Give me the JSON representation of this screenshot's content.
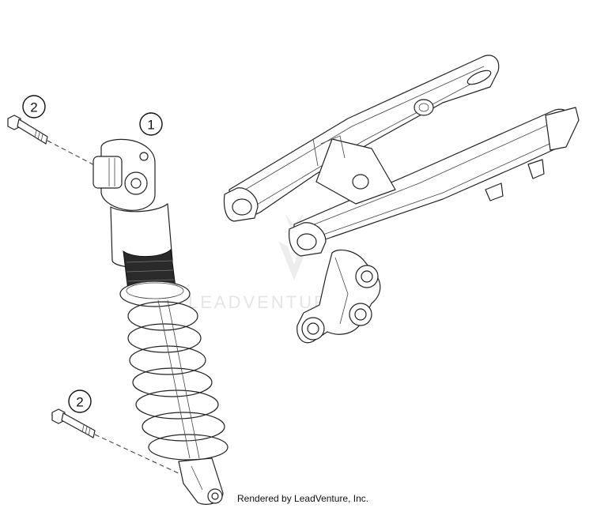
{
  "callouts": [
    {
      "label": "1",
      "part": "shock-absorber"
    },
    {
      "label": "2",
      "part": "mounting-bolt-top"
    },
    {
      "label": "2",
      "part": "mounting-bolt-bottom"
    }
  ],
  "watermark": {
    "text": "LEADVENTURE"
  },
  "footer": {
    "text": "Rendered by LeadVenture, Inc."
  }
}
